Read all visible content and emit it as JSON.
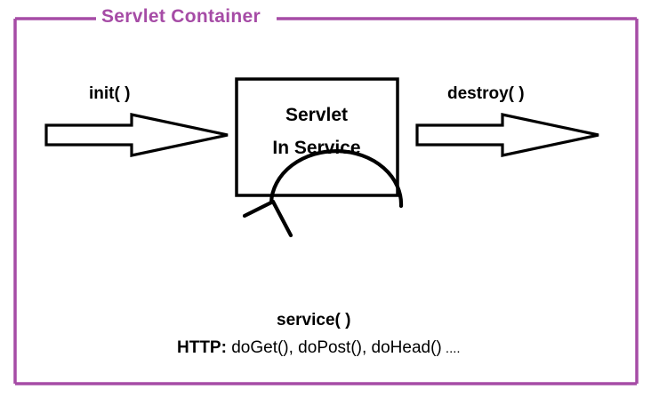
{
  "diagram": {
    "title": "Servlet Container",
    "title_color": "#a64ca6",
    "border_color": "#a64ca6",
    "background": "#ffffff",
    "stroke_color": "#000000",
    "type": "lifecycle-flow",
    "nodes": [
      {
        "id": "servlet-box",
        "line1": "Servlet",
        "line2": "In Service",
        "shape": "rectangle"
      }
    ],
    "edges": [
      {
        "id": "init-arrow",
        "label": "init( )",
        "direction": "right",
        "from": "outside-left",
        "to": "servlet-box",
        "style": "hollow-block-arrow"
      },
      {
        "id": "destroy-arrow",
        "label": "destroy( )",
        "direction": "right",
        "from": "servlet-box",
        "to": "outside-right",
        "style": "hollow-block-arrow"
      },
      {
        "id": "service-loop",
        "label": "service( )",
        "direction": "counter-clockwise-loop",
        "from": "servlet-box",
        "to": "servlet-box",
        "style": "circular-arc-arrow"
      }
    ],
    "footnote": {
      "strong": "HTTP:",
      "rest": " doGet(), doPost(), doHead()",
      "dots": " ...."
    }
  }
}
